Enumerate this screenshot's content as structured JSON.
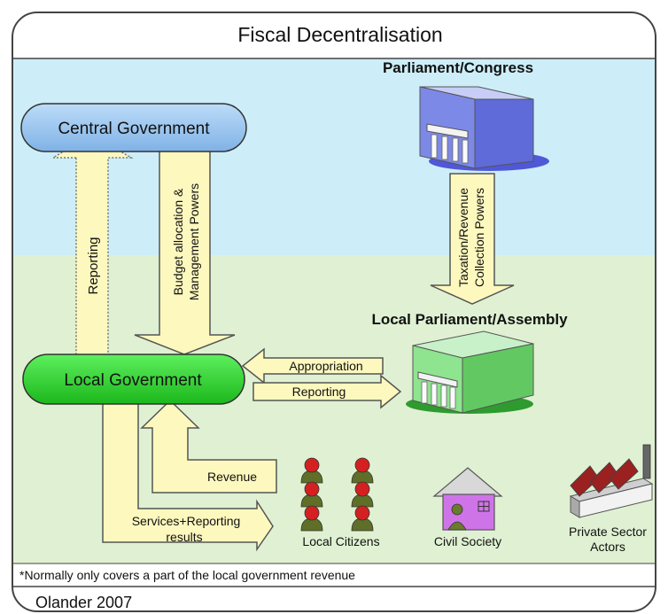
{
  "title": "Fiscal Decentralisation",
  "nodes": {
    "parliament": "Parliament/Congress",
    "central_government": "Central Government",
    "local_parliament": "Local Parliament/Assembly",
    "local_government": "Local Government",
    "local_citizens": "Local Citizens",
    "civil_society": "Civil Society",
    "private_sector_line1": "Private Sector",
    "private_sector_line2": "Actors"
  },
  "arrows": {
    "reporting_up": "Reporting",
    "budget_line1": "Budget allocation &",
    "budget_line2": "Management Powers",
    "taxation_line1": "Taxation/Revenue",
    "taxation_line2": "Collection Powers",
    "appropriation": "Appropriation",
    "reporting_right": "Reporting",
    "revenue": "Revenue",
    "services_line1": "Services+Reporting",
    "services_line2": "results"
  },
  "footnote": "*Normally only covers a part of the local government revenue",
  "credit": "Olander 2007",
  "colors": {
    "sky": "#cdeef8",
    "grass": "#dff1d2",
    "arrow_fill": "#fdf8be",
    "central_gov": "#9dc6ee",
    "local_gov": "#35d335",
    "building_blue": "#7d89e6",
    "building_green": "#8fe48f",
    "citizen_red": "#d42020",
    "citizen_body": "#5f6f28",
    "civil_house": "#cf74e8",
    "factory_red": "#9b2020"
  }
}
